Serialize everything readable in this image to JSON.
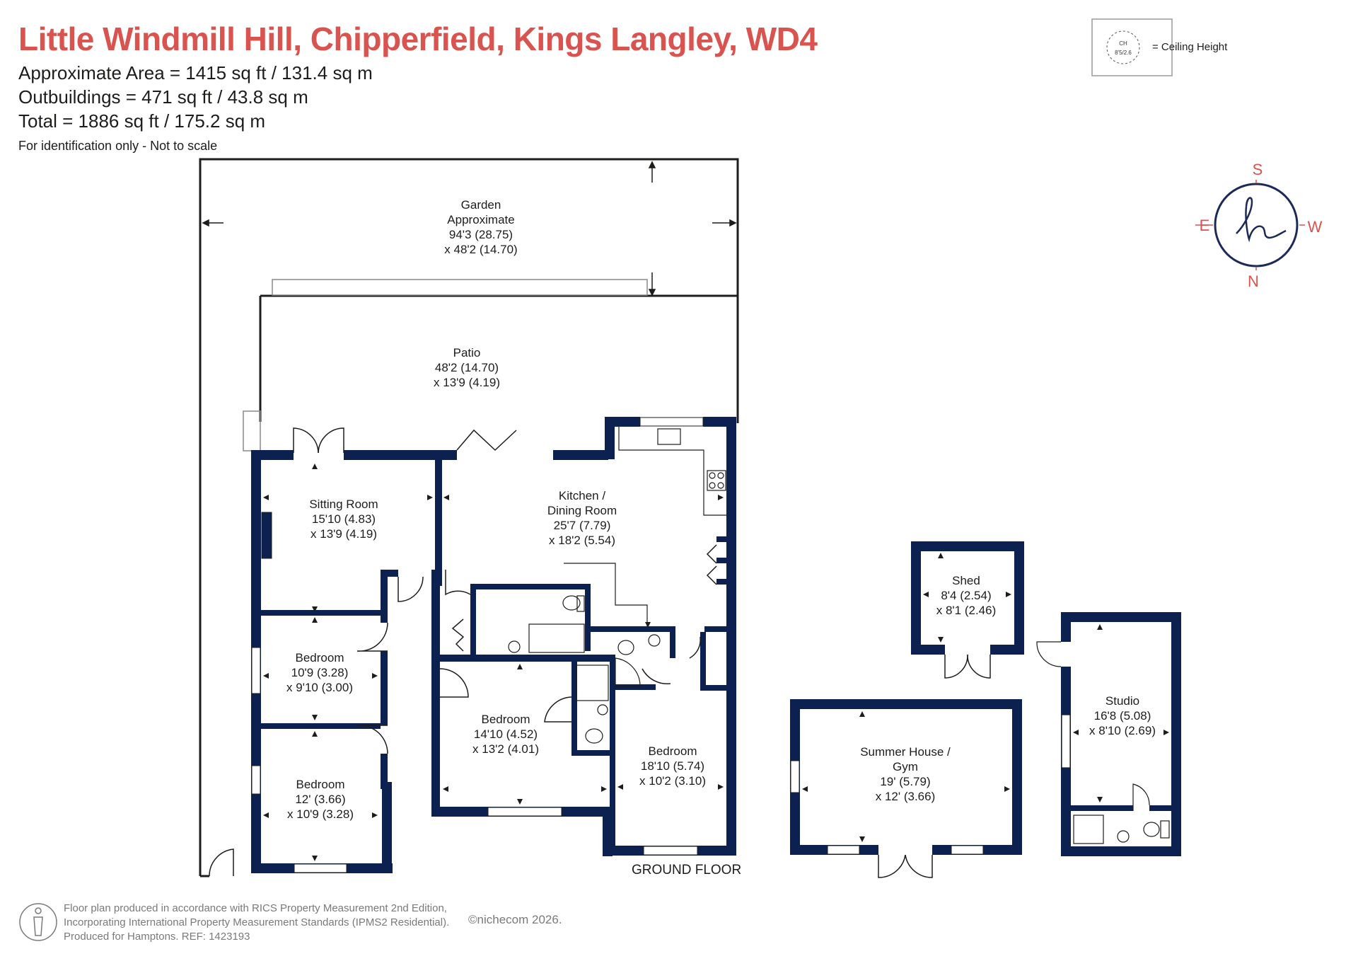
{
  "header": {
    "title": "Little Windmill Hill, Chipperfield, Kings Langley, WD4",
    "approx_area": "Approximate Area = 1415  sq ft / 131.4  sq m",
    "outbuildings": "Outbuildings = 471 sq ft / 43.8  sq m",
    "total": "Total = 1886 sq ft / 175.2 sq m",
    "note": "For identification only - Not to scale"
  },
  "legend": {
    "badge_top": "CH",
    "badge_bottom": "8'5/2.6",
    "label": "= Ceiling Height"
  },
  "compass": {
    "top": "S",
    "left": "E",
    "right": "W",
    "bottom": "N",
    "color": "#d9534f",
    "ring_color": "#1c2a57"
  },
  "colors": {
    "wall": "#0d2150",
    "accent": "#d9534f"
  },
  "rooms": {
    "garden": [
      "Garden",
      "Approximate",
      "94'3 (28.75)",
      "x 48'2 (14.70)"
    ],
    "patio": [
      "Patio",
      "48'2 (14.70)",
      "x 13'9 (4.19)"
    ],
    "sitting": [
      "Sitting Room",
      "15'10 (4.83)",
      "x 13'9 (4.19)"
    ],
    "kitchen": [
      "Kitchen /",
      "Dining Room",
      "25'7 (7.79)",
      "x 18'2 (5.54)"
    ],
    "bedroom1": [
      "Bedroom",
      "10'9 (3.28)",
      "x 9'10 (3.00)"
    ],
    "bedroom2": [
      "Bedroom",
      "12' (3.66)",
      "x 10'9 (3.28)"
    ],
    "bedroom3": [
      "Bedroom",
      "14'10 (4.52)",
      "x 13'2 (4.01)"
    ],
    "bedroom4": [
      "Bedroom",
      "18'10 (5.74)",
      "x 10'2 (3.10)"
    ],
    "shed": [
      "Shed",
      "8'4 (2.54)",
      "x 8'1 (2.46)"
    ],
    "summer": [
      "Summer House /",
      "Gym",
      "19' (5.79)",
      "x 12' (3.66)"
    ],
    "studio": [
      "Studio",
      "16'8 (5.08)",
      "x 8'10 (2.69)"
    ]
  },
  "floor_label": "GROUND FLOOR",
  "footer": {
    "line1": "Floor plan produced in accordance with RICS Property Measurement 2nd Edition,",
    "line2": "Incorporating International Property Measurement Standards (IPMS2 Residential).",
    "line3": "Produced for Hamptons.   REF: 1423193",
    "brand": "©nichecom 2026."
  }
}
